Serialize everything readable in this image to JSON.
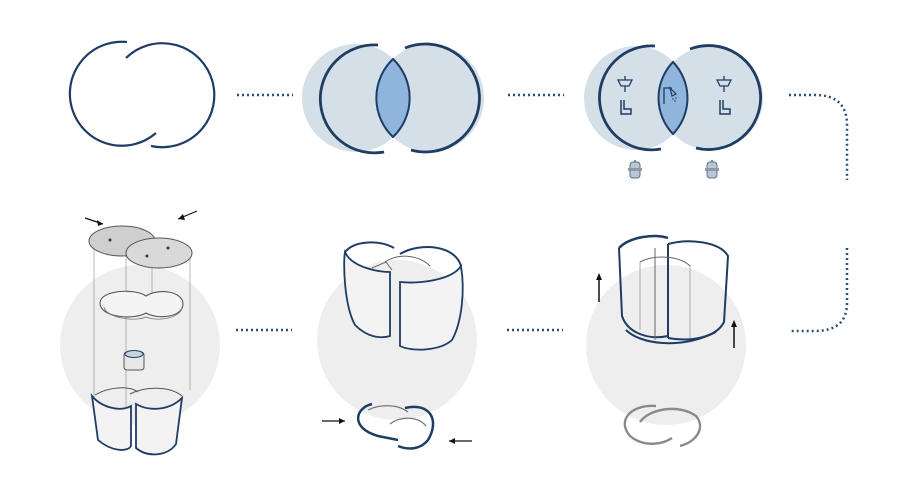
{
  "diagram": {
    "steps": [
      {
        "id": "step-1",
        "name": "two-open-rings"
      },
      {
        "id": "step-2",
        "name": "overlapping-shaded-circles"
      },
      {
        "id": "step-3",
        "name": "programmed-circles-with-fixtures"
      },
      {
        "id": "step-4",
        "name": "exploded-axonometric-stack"
      },
      {
        "id": "step-5",
        "name": "curved-wall-volume"
      },
      {
        "id": "step-6",
        "name": "extruded-cylinder-volume"
      }
    ],
    "icons": [
      "sink-icon",
      "toilet-icon",
      "shower-icon",
      "water-heater-icon",
      "arrow-icon"
    ],
    "colors": {
      "stroke": "#1f3d63",
      "ring_fill": "#d4dfe8",
      "lens_fill": "#8fb5dc",
      "shadow_disc": "#eeeeee",
      "wall_face": "#f3f3f3",
      "lid_face": "#cfcfcf",
      "connector": "#2b4f7a"
    }
  }
}
